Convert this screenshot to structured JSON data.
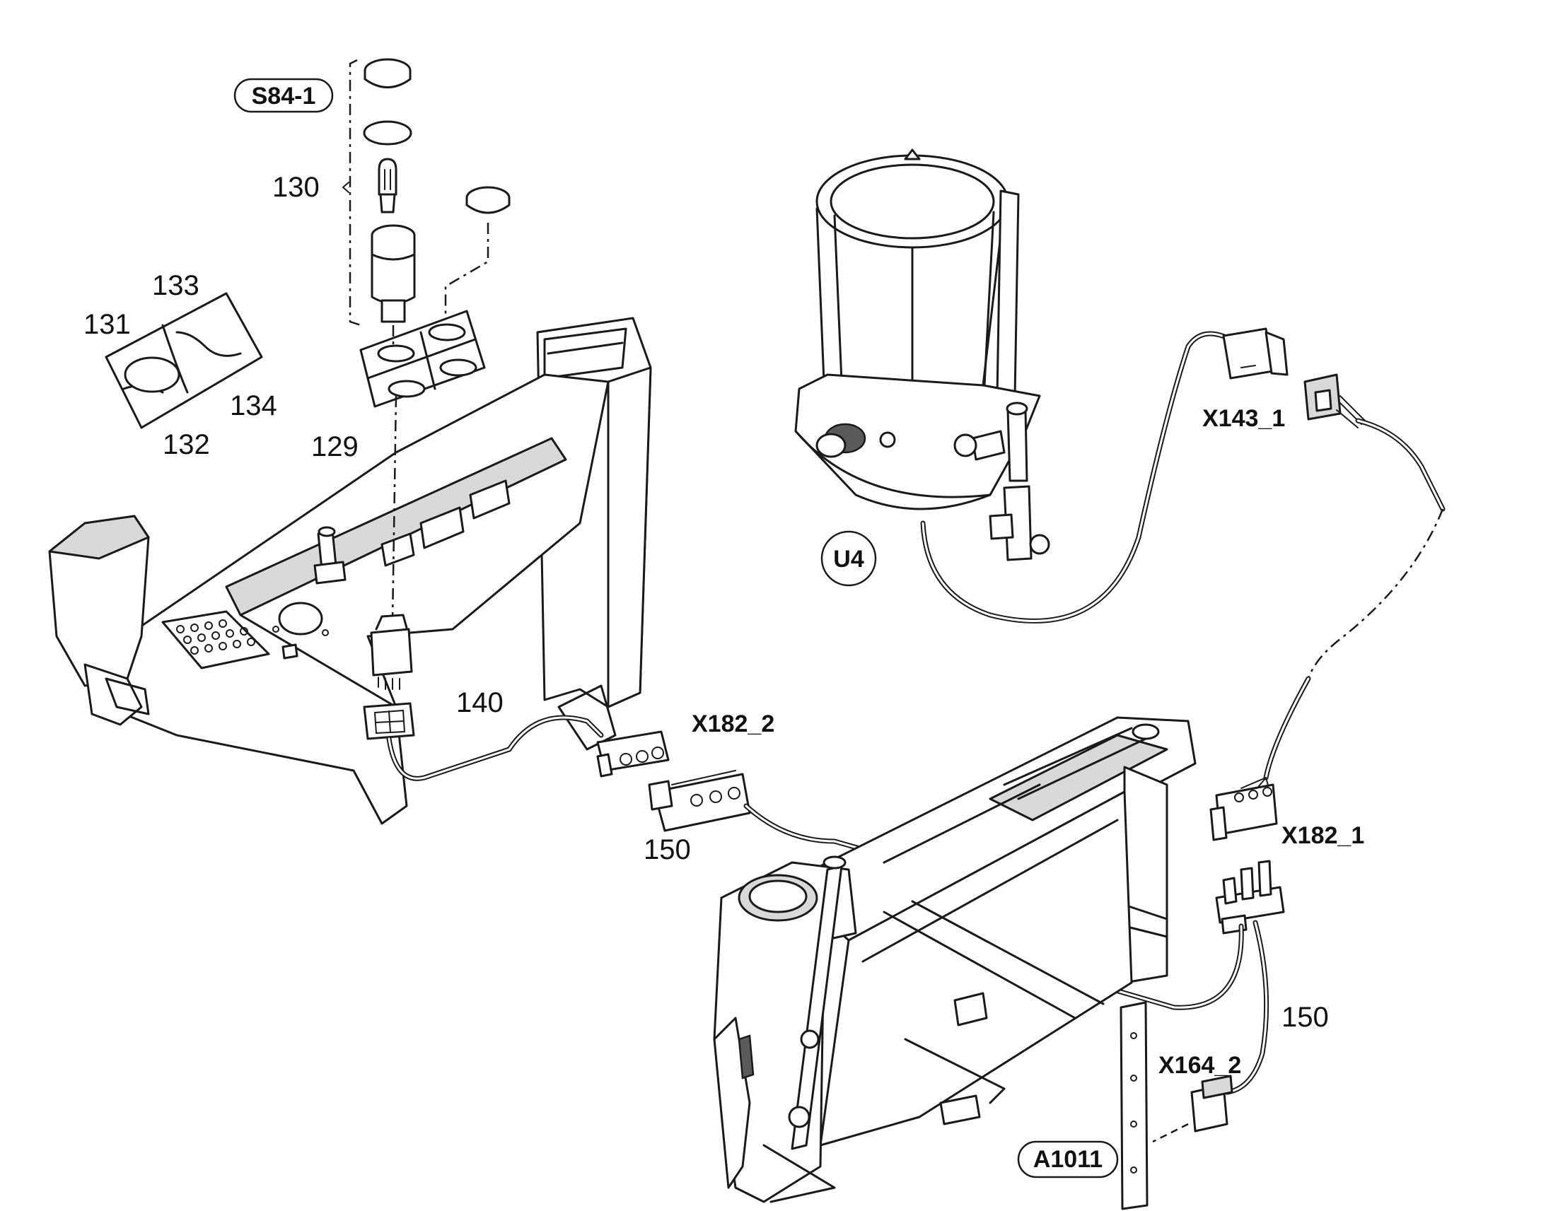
{
  "labels": {
    "s84_1": "S84-1",
    "n130": "130",
    "n133": "133",
    "n131": "131",
    "n134": "134",
    "n132": "132",
    "n129": "129",
    "n140": "140",
    "x182_2": "X182_2",
    "n150_left": "150",
    "u4": "U4",
    "x143_1": "X143_1",
    "x182_1": "X182_1",
    "n150_right": "150",
    "x164_2": "X164_2",
    "a1011": "A1011"
  },
  "colors": {
    "line": "#1a1a1a",
    "background": "#ffffff",
    "shade": "#d9d9d9"
  }
}
